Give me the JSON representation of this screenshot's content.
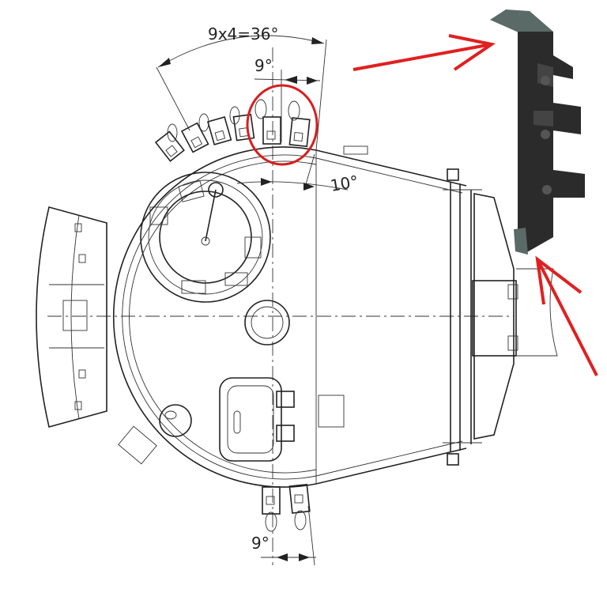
{
  "drawing": {
    "dimension_total_label": "9x4=36°",
    "dimension_top_step_label": "9°",
    "dimension_offset_label": "10°",
    "dimension_bottom_step_label": "9°"
  },
  "annotations": {
    "highlight_color": "#d81e1e",
    "part_color": "#2b2b2b"
  }
}
